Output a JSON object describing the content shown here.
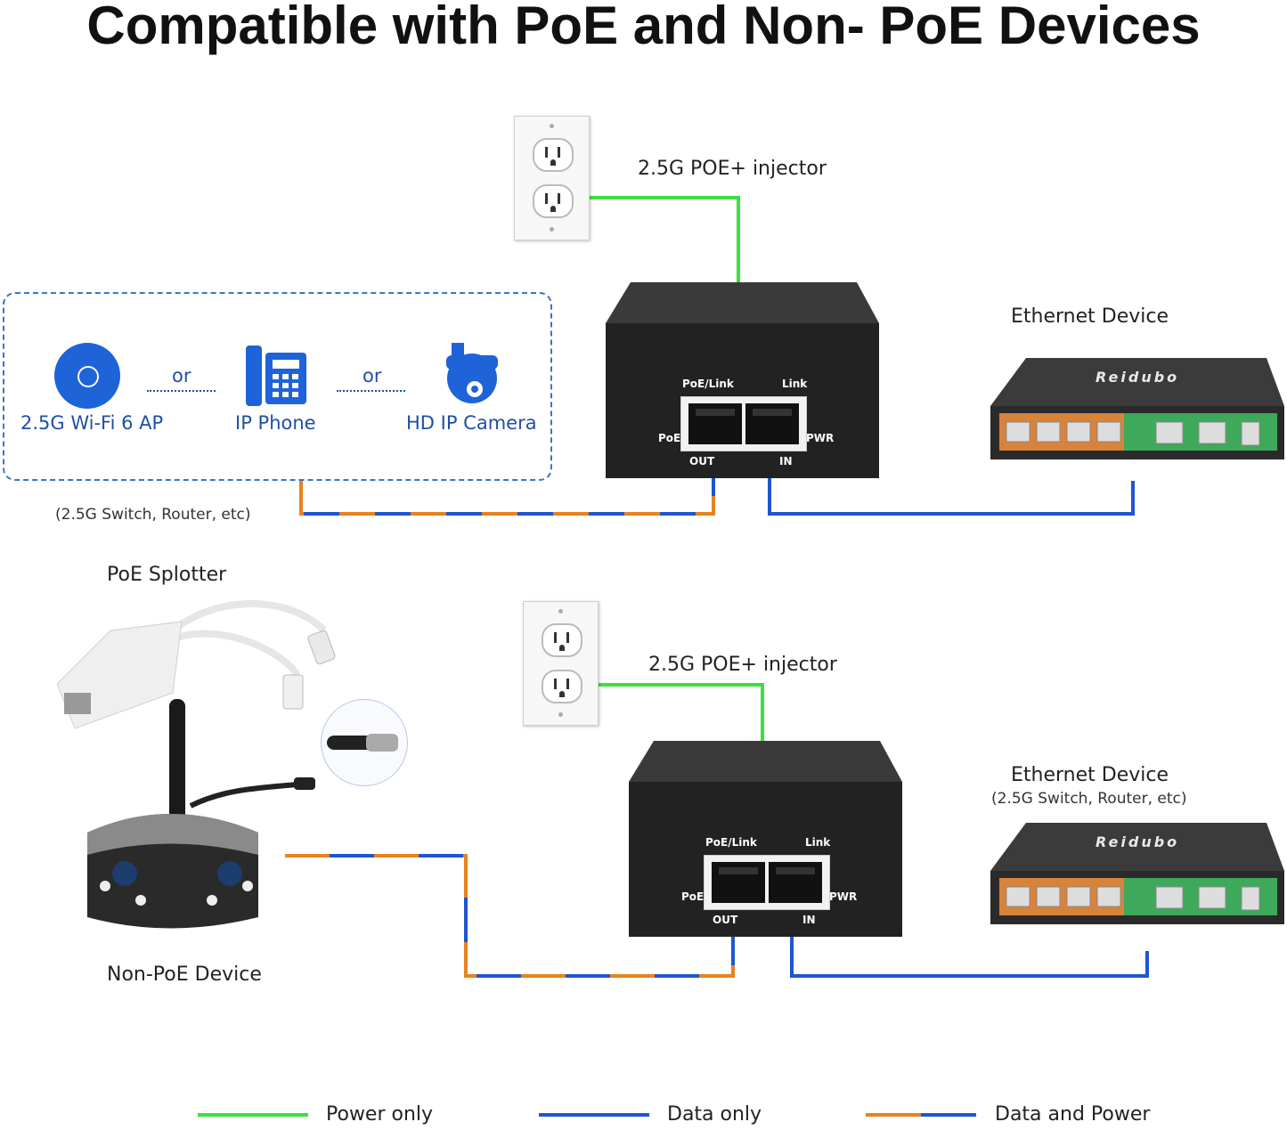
{
  "title": "Compatible with PoE and Non- PoE Devices",
  "top": {
    "injector_label": "2.5G POE+ injector",
    "ethernet_label": "Ethernet Device",
    "devices": [
      "2.5G Wi-Fi 6 AP",
      "IP Phone",
      "HD IP Camera"
    ],
    "or_label": "or",
    "switch_note": "(2.5G Switch, Router, etc)",
    "ports": {
      "poe_link": "PoE/Link",
      "link": "Link",
      "poe": "PoE",
      "pwr": "PWR",
      "out": "OUT",
      "in": "IN"
    },
    "brand": "Reidubo"
  },
  "bottom": {
    "injector_label": "2.5G POE+ injector",
    "ethernet_label": "Ethernet Device",
    "ethernet_sub": "(2.5G Switch, Router, etc)",
    "splitter_label": "PoE Splotter",
    "nonpoe_label": "Non-PoE Device",
    "ports": {
      "poe_link": "PoE/Link",
      "link": "Link",
      "poe": "PoE",
      "pwr": "PWR",
      "out": "OUT",
      "in": "IN"
    },
    "brand": "Reidubo"
  },
  "legend": [
    {
      "label": "Power only",
      "color": "#3ee03e"
    },
    {
      "label": "Data only",
      "color": "#1e56d0"
    },
    {
      "label": "Data and Power",
      "color": "#e8821f"
    }
  ]
}
